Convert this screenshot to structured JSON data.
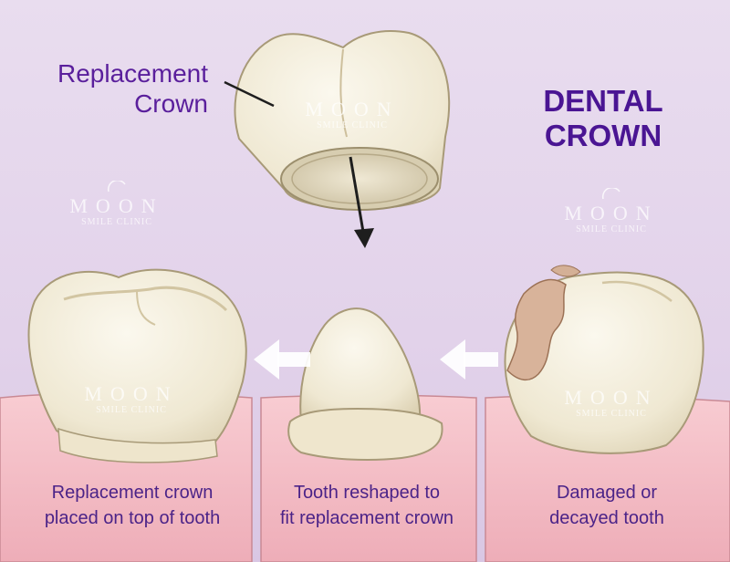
{
  "title": "DENTAL CROWN",
  "title_lines": [
    "DENTAL",
    "CROWN"
  ],
  "crown_label_lines": [
    "Replacement",
    "Crown"
  ],
  "captions": {
    "left": [
      "Replacement crown",
      "placed on top of tooth"
    ],
    "middle": [
      "Tooth reshaped to",
      "fit replacement crown"
    ],
    "right": [
      "Damaged or",
      "decayed tooth"
    ]
  },
  "watermark": {
    "logo": "MOON",
    "sub": "SMILE CLINIC"
  },
  "colors": {
    "background": "#e6d8ec",
    "heading": "#4a1593",
    "label": "#5a1f9c",
    "caption": "#4b2388",
    "gum": "#f3bcc4",
    "tooth": "#f4efde"
  }
}
